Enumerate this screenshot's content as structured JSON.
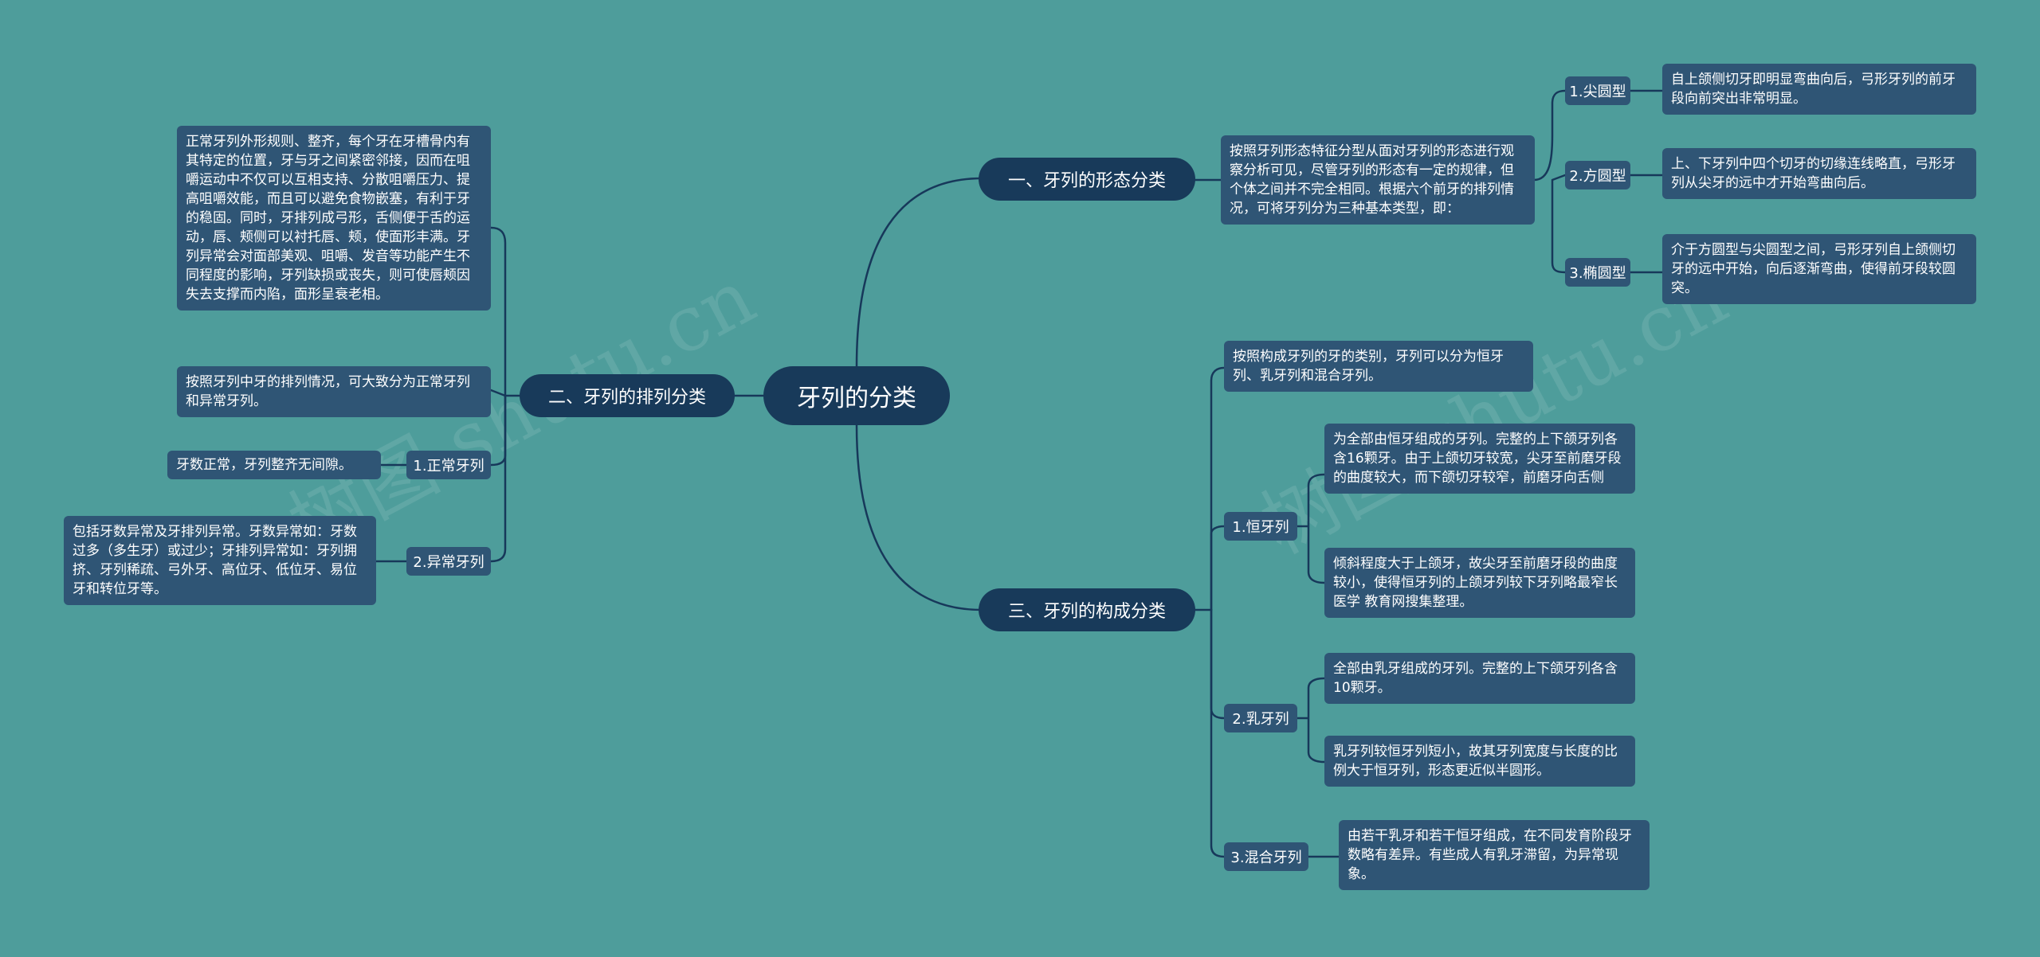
{
  "root": "牙列的分类",
  "branches": {
    "b1": "一、牙列的形态分类",
    "b2": "二、牙列的排列分类",
    "b3": "三、牙列的构成分类"
  },
  "b1": {
    "desc": "按照牙列形态特征分型从面对牙列的形态进行观察分析可见，尽管牙列的形态有一定的规律，但个体之间并不完全相同。根据六个前牙的排列情况，可将牙列分为三种基本类型，即：",
    "items": [
      {
        "label": "1.尖圆型",
        "detail": "自上颌侧切牙即明显弯曲向后，弓形牙列的前牙段向前突出非常明显。"
      },
      {
        "label": "2.方圆型",
        "detail": "上、下牙列中四个切牙的切缘连线略直，弓形牙列从尖牙的远中才开始弯曲向后。"
      },
      {
        "label": "3.椭圆型",
        "detail": "介于方圆型与尖圆型之间，弓形牙列自上颌侧切牙的远中开始，向后逐渐弯曲，使得前牙段较圆突。"
      }
    ]
  },
  "b2": {
    "desc_long": "正常牙列外形规则、整齐，每个牙在牙槽骨内有其特定的位置，牙与牙之间紧密邻接，因而在咀嚼运动中不仅可以互相支持、分散咀嚼压力、提高咀嚼效能，而且可以避免食物嵌塞，有利于牙的稳固。同时，牙排列成弓形，舌侧便于舌的运动，唇、颊侧可以衬托唇、颊，使面形丰满。牙列异常会对面部美观、咀嚼、发音等功能产生不同程度的影响，牙列缺损或丧失，则可使唇颊因失去支撑而内陷，面形呈衰老相。",
    "desc_short": "按照牙列中牙的排列情况，可大致分为正常牙列和异常牙列。",
    "items": [
      {
        "label": "1.正常牙列",
        "detail": "牙数正常，牙列整齐无间隙。"
      },
      {
        "label": "2.异常牙列",
        "detail": "包括牙数异常及牙排列异常。牙数异常如：牙数过多（多生牙）或过少；牙排列异常如：牙列拥挤、牙列稀疏、弓外牙、高位牙、低位牙、易位牙和转位牙等。"
      }
    ]
  },
  "b3": {
    "desc": "按照构成牙列的牙的类别，牙列可以分为恒牙列、乳牙列和混合牙列。",
    "items": [
      {
        "label": "1.恒牙列",
        "details": [
          "为全部由恒牙组成的牙列。完整的上下颌牙列各含16颗牙。由于上颌切牙较宽，尖牙至前磨牙段的曲度较大，而下颌切牙较窄，前磨牙向舌侧",
          "倾斜程度大于上颌牙，故尖牙至前磨牙段的曲度较小，使得恒牙列的上颌牙列较下牙列略最窄长医学 教育网搜集整理。"
        ]
      },
      {
        "label": "2.乳牙列",
        "details": [
          "全部由乳牙组成的牙列。完整的上下颌牙列各含10颗牙。",
          "乳牙列较恒牙列短小，故其牙列宽度与长度的比例大于恒牙列，形态更近似半圆形。"
        ]
      },
      {
        "label": "3.混合牙列",
        "details": [
          "由若干乳牙和若干恒牙组成，在不同发育阶段牙数略有差异。有些成人有乳牙滞留，为异常现象。"
        ]
      }
    ]
  },
  "watermark": [
    "树图 shutu.cn",
    "树图 shutu.cn"
  ],
  "colors": {
    "background": "#4e9d9b",
    "root": "#183a5a",
    "node": "#2f5575",
    "line": "#17385a"
  }
}
